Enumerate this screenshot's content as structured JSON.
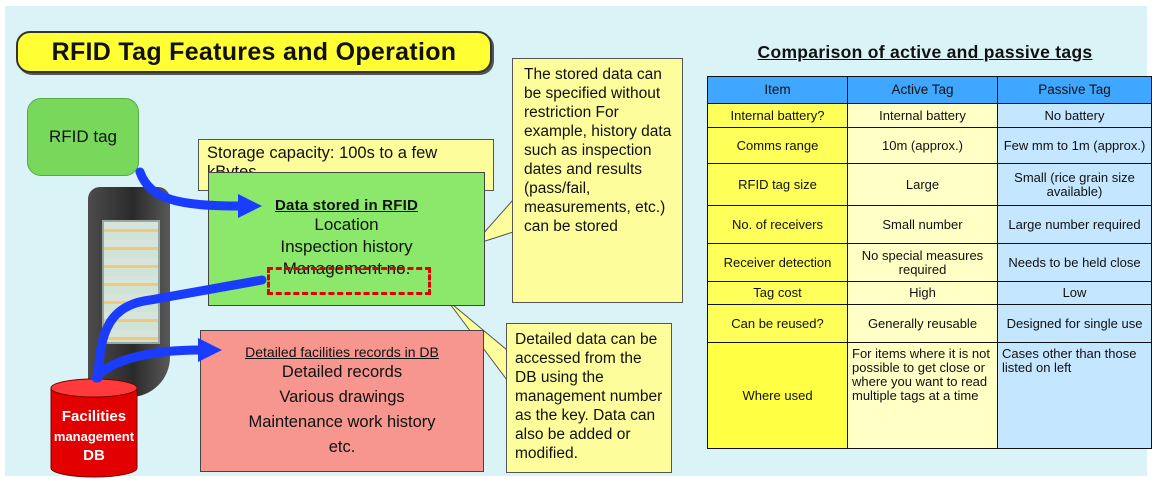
{
  "title": "RFID Tag Features and Operation",
  "rfid_tag_label": "RFID tag",
  "storage_callout": "Storage capacity: 100s to a few kBytes",
  "stored_data_callout": "The stored data can be specified without restriction For example, history data such as inspection dates and results (pass/fail, measurements, etc.) can be stored",
  "rfid_data": {
    "header": "Data stored in RFID",
    "lines": [
      "Location",
      "Inspection history",
      "Management no."
    ]
  },
  "db_records": {
    "header": "Detailed facilities records in DB",
    "lines": [
      "Detailed records",
      "Various drawings",
      "Maintenance work history",
      "etc."
    ]
  },
  "detailed_callout": "Detailed data can be accessed from the DB using the management number as the key. Data can also be added or modified.",
  "db_label": {
    "line1": "Facilities",
    "line2": "management",
    "line3": "DB"
  },
  "table": {
    "title": "Comparison of active and passive tags",
    "headers": [
      "Item",
      "Active Tag",
      "Passive Tag"
    ],
    "rows": [
      [
        "Internal battery?",
        "Internal battery",
        "No battery"
      ],
      [
        "Comms range",
        "10m (approx.)",
        "Few mm to 1m (approx.)"
      ],
      [
        "RFID tag size",
        "Large",
        "Small (rice grain size available)"
      ],
      [
        "No. of receivers",
        "Small number",
        "Large number required"
      ],
      [
        "Receiver detection",
        "No special measures required",
        "Needs to be held close"
      ],
      [
        "Tag cost",
        "High",
        "Low"
      ],
      [
        "Can be reused?",
        "Generally reusable",
        "Designed for single use"
      ],
      [
        "Where used",
        "For items where it is not possible to get close or where you want to read multiple tags at a time",
        "Cases other than those listed on left"
      ]
    ]
  },
  "colors": {
    "background": "#d9f3f7",
    "title_fill": "#ffff33",
    "rfid_green": "#8be86a",
    "db_pink": "#f6968f",
    "callout_yellow": "#fdfd9c",
    "arrow_blue": "#1a3cff",
    "db_red": "#e30000",
    "header_blue": "#3fa7ff",
    "highlight_red": "#e00000"
  }
}
